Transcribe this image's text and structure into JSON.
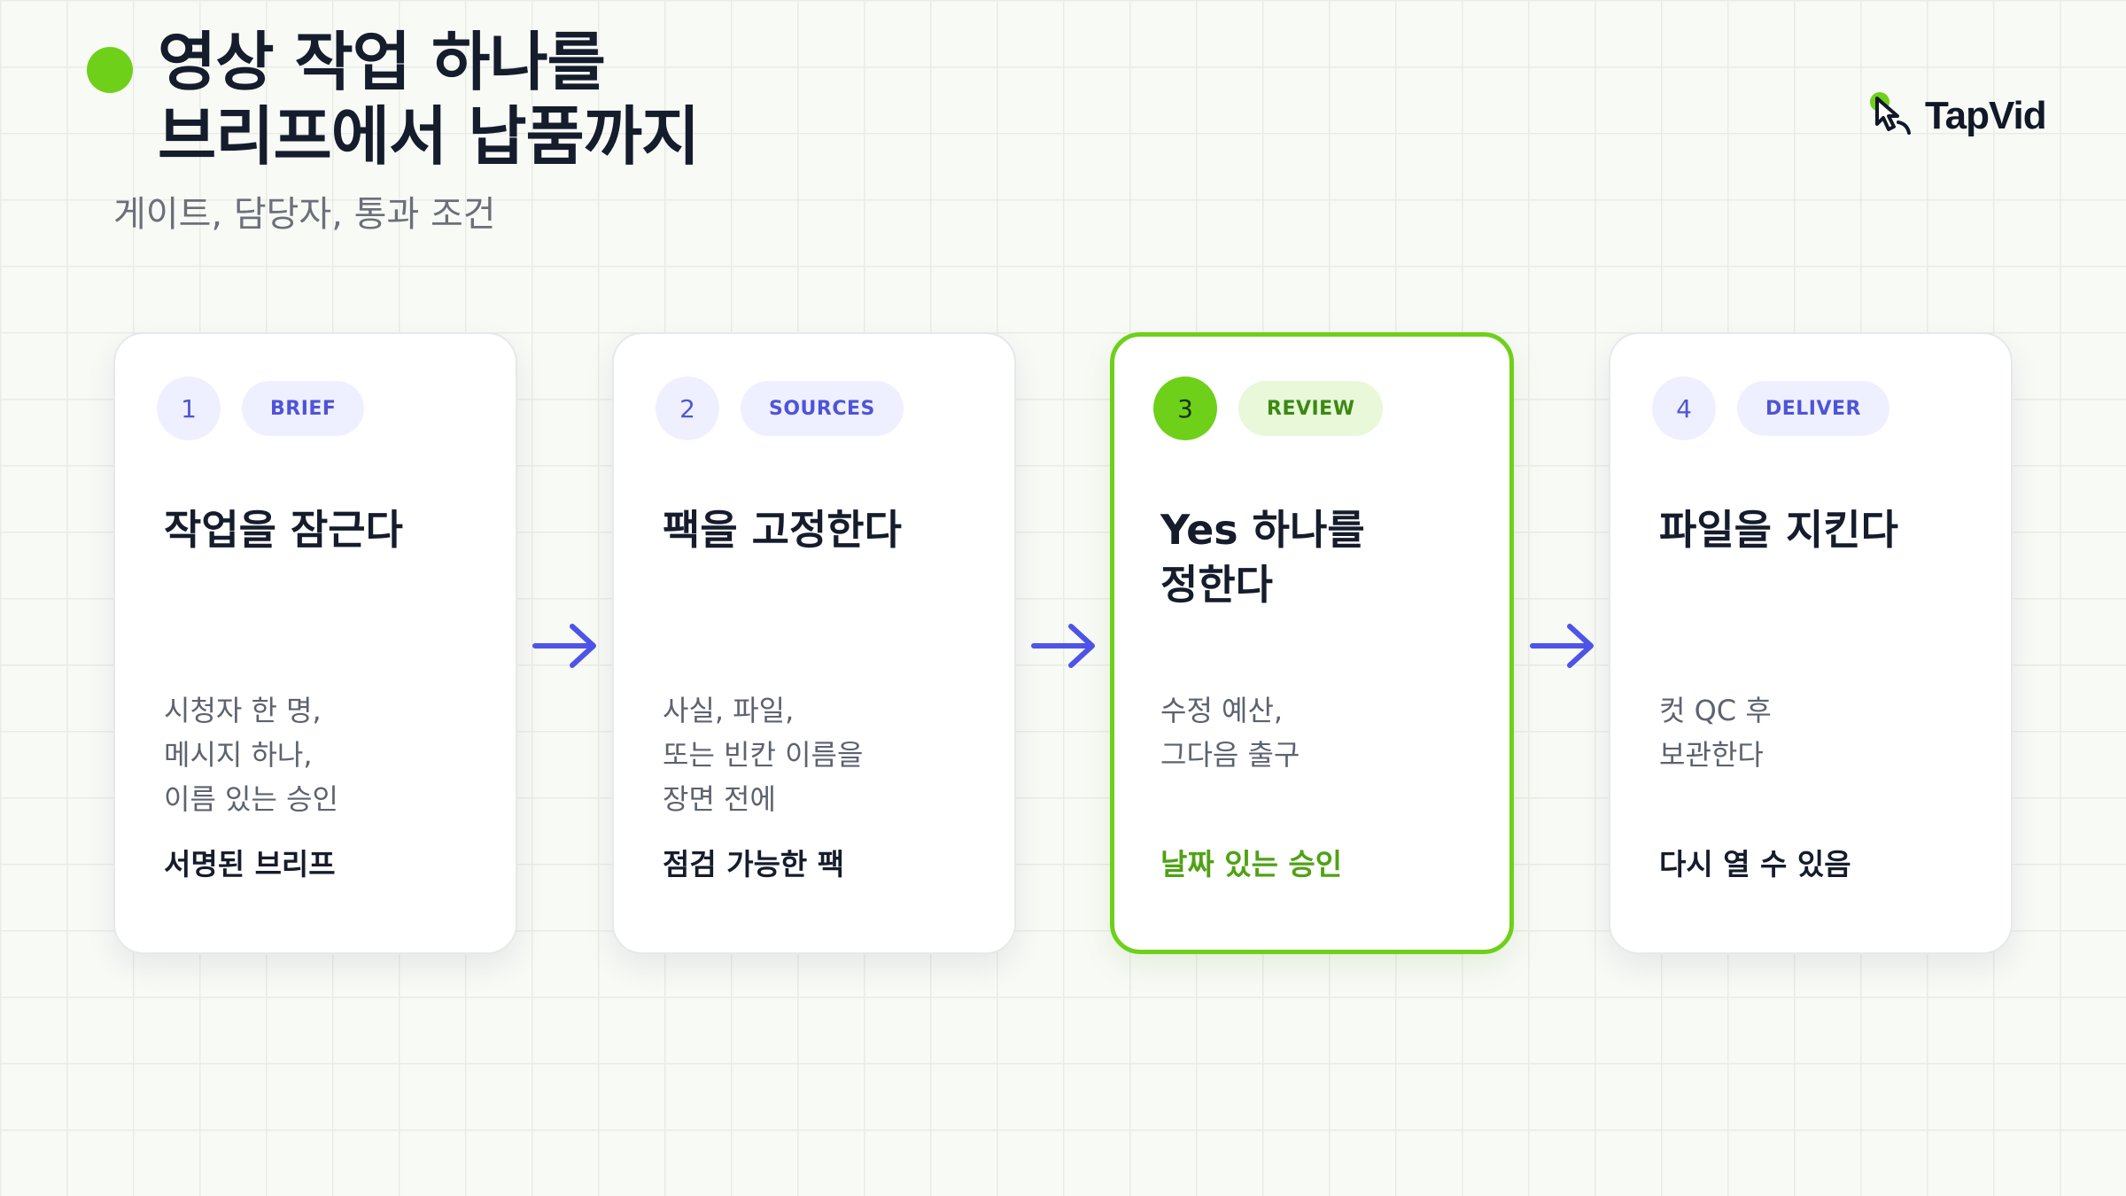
{
  "header": {
    "title_line1": "영상 작업 하나를",
    "title_line2": "브리프에서 납품까지",
    "subtitle": "게이트, 담당자, 통과 조건"
  },
  "logo": {
    "name": "TapVid",
    "icon": "hand-pointer-icon"
  },
  "colors": {
    "accent_green": "#6fd01a",
    "accent_indigo": "#4f54d8",
    "active_result": "#4fa215"
  },
  "steps": [
    {
      "number": "1",
      "tag": "BRIEF",
      "title": "작업을 잠근다",
      "desc": [
        "시청자 한 명,",
        "메시지 하나,",
        "이름 있는 승인"
      ],
      "result": "서명된 브리프",
      "active": false
    },
    {
      "number": "2",
      "tag": "SOURCES",
      "title": "팩을 고정한다",
      "desc": [
        "사실, 파일,",
        "또는 빈칸 이름을",
        "장면 전에"
      ],
      "result": "점검 가능한 팩",
      "active": false
    },
    {
      "number": "3",
      "tag": "REVIEW",
      "title": "Yes 하나를 정한다",
      "desc": [
        "수정 예산,",
        "그다음 출구"
      ],
      "result": "날짜 있는 승인",
      "active": true
    },
    {
      "number": "4",
      "tag": "DELIVER",
      "title": "파일을 지킨다",
      "desc": [
        "컷 QC 후",
        "보관한다"
      ],
      "result": "다시 열 수 있음",
      "active": false
    }
  ]
}
